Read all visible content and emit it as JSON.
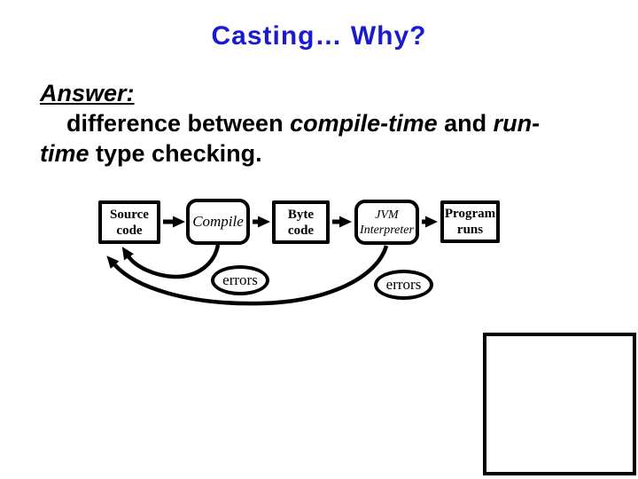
{
  "slide": {
    "title": "Casting… Why?",
    "accent_color": "#1a1ad1"
  },
  "answer": {
    "heading": "Answer:",
    "line1_segments": {
      "s0": "difference between ",
      "s1": "compile-time",
      "s2": " and ",
      "s3": "run-"
    },
    "line2_segments": {
      "s0": "time",
      "s1": " type checking."
    }
  },
  "diagram": {
    "boxes": [
      {
        "name": "source-code",
        "line1": "Source",
        "line2": "code"
      },
      {
        "name": "compile",
        "line1": "Compile"
      },
      {
        "name": "byte-code",
        "line1": "Byte",
        "line2": "code"
      },
      {
        "name": "jvm-interpreter",
        "line1": "JVM",
        "line2": "Interpreter"
      },
      {
        "name": "program-runs",
        "line1": "Program",
        "line2": "runs"
      }
    ],
    "error_label_1": "errors",
    "error_label_2": "errors"
  }
}
